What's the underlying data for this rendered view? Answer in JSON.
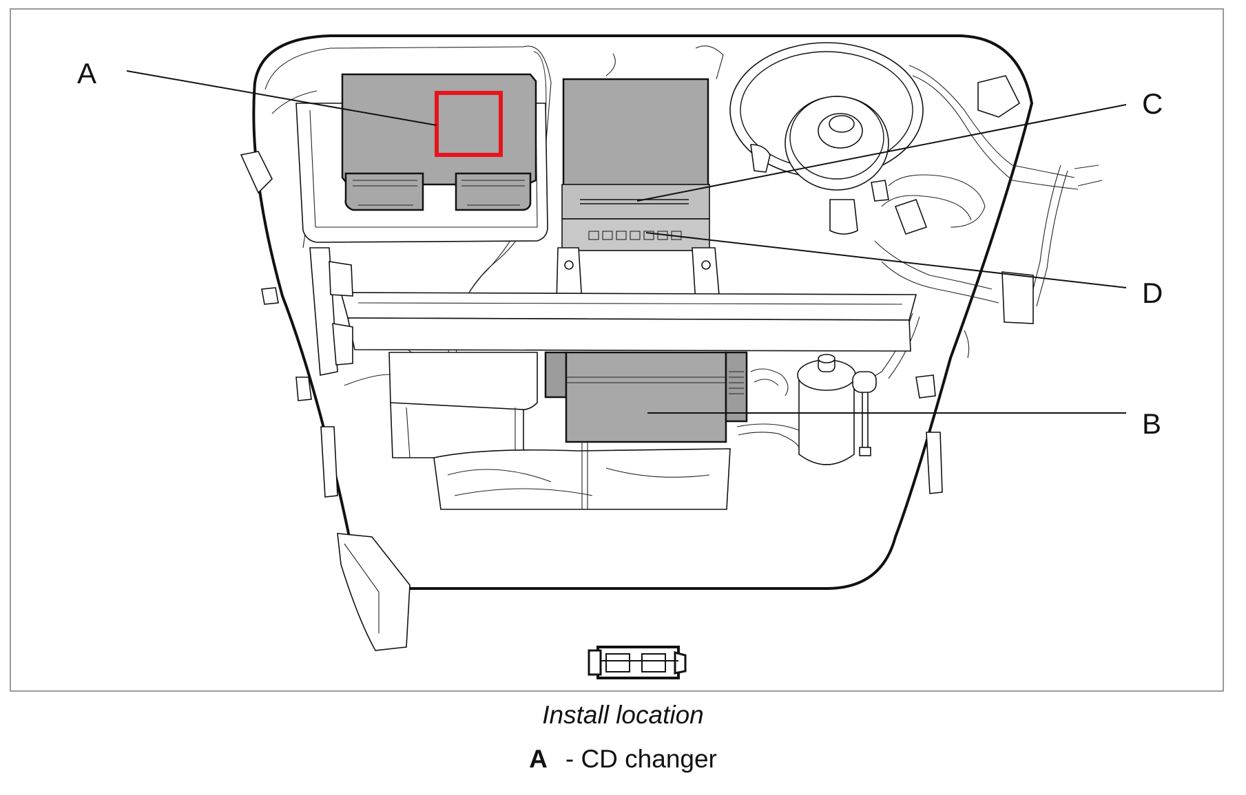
{
  "callouts": {
    "a": "A",
    "b": "B",
    "c": "C",
    "d": "D"
  },
  "caption": "Install location",
  "legend": {
    "key": "A",
    "text": "- CD changer"
  },
  "colors": {
    "highlight": "#e8141c",
    "component_gray": "#a8a8a8",
    "line": "#111111"
  }
}
